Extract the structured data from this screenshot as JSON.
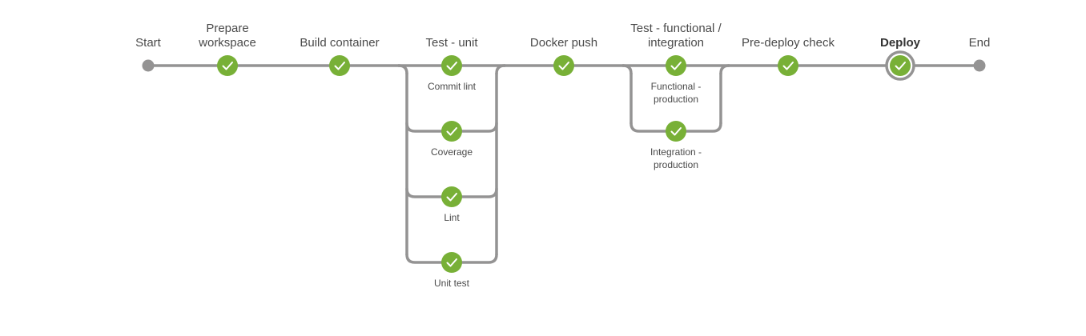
{
  "pipeline": {
    "start_label": "Start",
    "end_label": "End",
    "colors": {
      "success": "#78b037",
      "edge": "#949393",
      "terminal": "#949393",
      "selected_ring": "#949393",
      "check": "#ffffff"
    },
    "stages": [
      {
        "id": "prepare-workspace",
        "label": [
          "Prepare",
          "workspace"
        ],
        "status": "success",
        "icon": "check-icon"
      },
      {
        "id": "build-container",
        "label": [
          "Build container"
        ],
        "status": "success",
        "icon": "check-icon"
      },
      {
        "id": "test-unit",
        "label": [
          "Test - unit"
        ],
        "status": "success",
        "icon": "check-icon",
        "branches": [
          {
            "label": [
              "Commit lint"
            ],
            "status": "success"
          },
          {
            "label": [
              "Coverage"
            ],
            "status": "success"
          },
          {
            "label": [
              "Lint"
            ],
            "status": "success"
          },
          {
            "label": [
              "Unit test"
            ],
            "status": "success"
          }
        ]
      },
      {
        "id": "docker-push",
        "label": [
          "Docker push"
        ],
        "status": "success",
        "icon": "check-icon"
      },
      {
        "id": "test-functional-integration",
        "label": [
          "Test - functional /",
          "integration"
        ],
        "status": "success",
        "icon": "check-icon",
        "branches": [
          {
            "label": [
              "Functional -",
              "production"
            ],
            "status": "success"
          },
          {
            "label": [
              "Integration -",
              "production"
            ],
            "status": "success"
          }
        ]
      },
      {
        "id": "pre-deploy-check",
        "label": [
          "Pre-deploy check"
        ],
        "status": "success",
        "icon": "check-icon"
      },
      {
        "id": "deploy",
        "label": [
          "Deploy"
        ],
        "status": "success",
        "icon": "check-icon",
        "selected": true
      }
    ]
  }
}
